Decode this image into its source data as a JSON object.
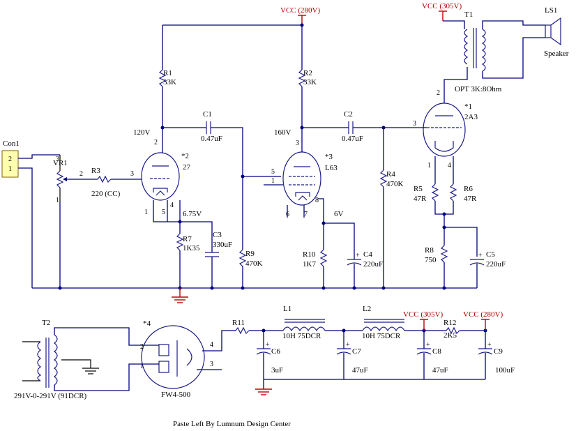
{
  "supplies": {
    "vcc280": "VCC (280V)",
    "vcc305": "VCC (305V)"
  },
  "connector": {
    "ref": "Con1",
    "pin2": "2",
    "pin1": "1"
  },
  "vr1": {
    "ref": "VR1",
    "pin3": "3",
    "pin2": "2",
    "pin1": "1"
  },
  "r3": {
    "ref": "R3",
    "value": "220 (CC)"
  },
  "r1": {
    "ref": "R1",
    "value": "33K"
  },
  "r2": {
    "ref": "R2",
    "value": "33K"
  },
  "c1": {
    "ref": "C1",
    "value": "0.47uF"
  },
  "c2": {
    "ref": "C2",
    "value": "0.47uF"
  },
  "v1": {
    "ref": "*2",
    "type": "27",
    "pin2": "2",
    "pin3": "3",
    "pin1": "1",
    "pin5": "5",
    "pin4": "4"
  },
  "v2": {
    "ref": "*3",
    "type": "L63",
    "pin3": "3",
    "pin5": "5",
    "pin1": "1",
    "pin6": "6",
    "pin7": "7",
    "pin8": "8"
  },
  "v3": {
    "ref": "*1",
    "type": "2A3",
    "pin2": "2",
    "pin3": "3",
    "pin1": "1",
    "pin4": "4"
  },
  "voltages": {
    "v120": "120V",
    "v160": "160V",
    "v675": "6.75V",
    "v6": "6V"
  },
  "t1": {
    "ref": "T1",
    "value": "OPT 3K:8Ohm"
  },
  "ls1": {
    "ref": "LS1",
    "value": "Speaker"
  },
  "r7": {
    "ref": "R7",
    "value": "1K35"
  },
  "c3": {
    "ref": "C3",
    "value": "330uF"
  },
  "r9": {
    "ref": "R9",
    "value": "470K"
  },
  "r10": {
    "ref": "R10",
    "value": "1K7"
  },
  "c4": {
    "ref": "C4",
    "value": "220uF"
  },
  "r4": {
    "ref": "R4",
    "value": "470K"
  },
  "r5": {
    "ref": "R5",
    "value": "47R"
  },
  "r6": {
    "ref": "R6",
    "value": "47R"
  },
  "r8": {
    "ref": "R8",
    "value": "750"
  },
  "c5": {
    "ref": "C5",
    "value": "220uF"
  },
  "t2": {
    "ref": "T2",
    "value": "291V-0-291V (91DCR)"
  },
  "rect": {
    "ref": "*4",
    "type": "FW4-500",
    "pin2": "2",
    "pin1": "1",
    "pin4": "4",
    "pin3": "3"
  },
  "r11": {
    "ref": "R11"
  },
  "c6": {
    "ref": "C6",
    "value": "3uF"
  },
  "l1": {
    "ref": "L1",
    "value": "10H 75DCR"
  },
  "c7": {
    "ref": "C7",
    "value": "47uF"
  },
  "l2": {
    "ref": "L2",
    "value": "10H 75DCR"
  },
  "c8": {
    "ref": "C8",
    "value": "47uF"
  },
  "r12": {
    "ref": "R12",
    "value": "2K5"
  },
  "c9": {
    "ref": "C9",
    "value": "100uF"
  },
  "footer": "Paste Left By Lumnum Design Center"
}
